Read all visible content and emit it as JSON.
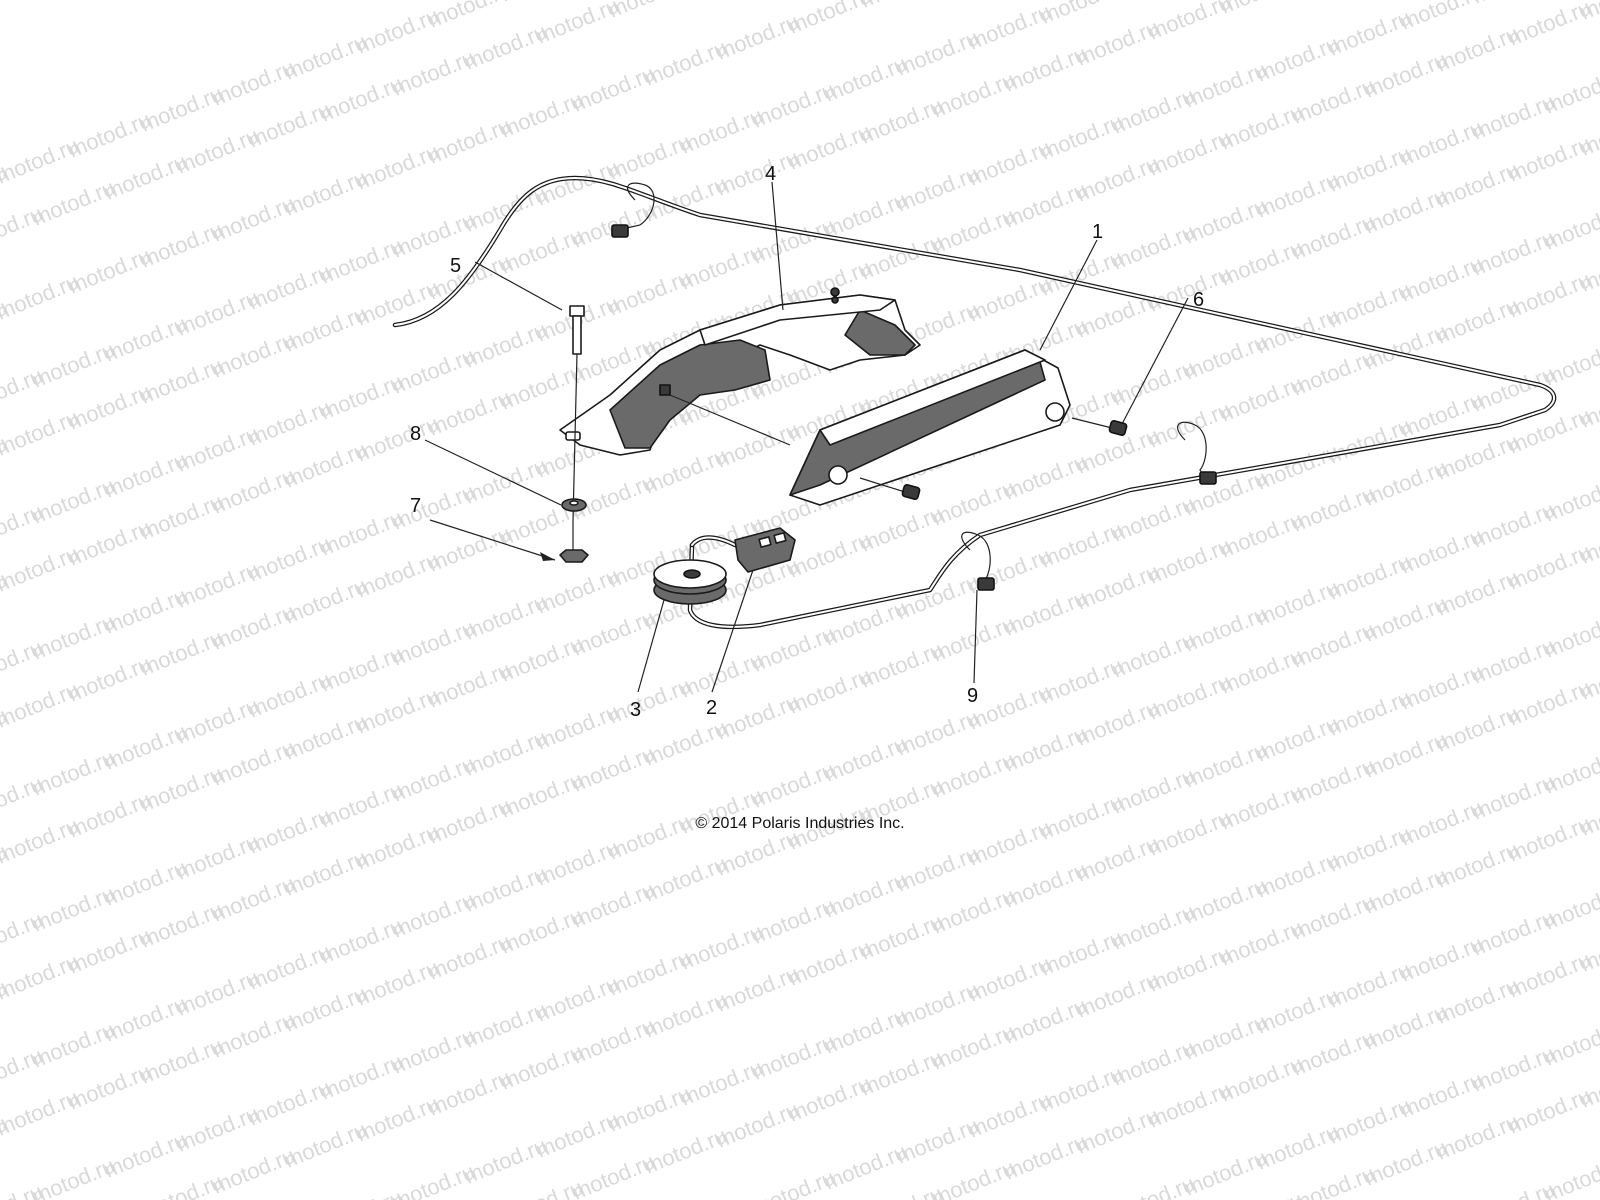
{
  "watermark": "motod.ru",
  "callouts": [
    {
      "id": "1",
      "label": "1"
    },
    {
      "id": "2",
      "label": "2"
    },
    {
      "id": "3",
      "label": "3"
    },
    {
      "id": "4",
      "label": "4"
    },
    {
      "id": "5",
      "label": "5"
    },
    {
      "id": "6",
      "label": "6"
    },
    {
      "id": "7",
      "label": "7"
    },
    {
      "id": "8",
      "label": "8"
    },
    {
      "id": "9",
      "label": "9"
    }
  ],
  "copyright": "© 2014 Polaris Industries Inc."
}
